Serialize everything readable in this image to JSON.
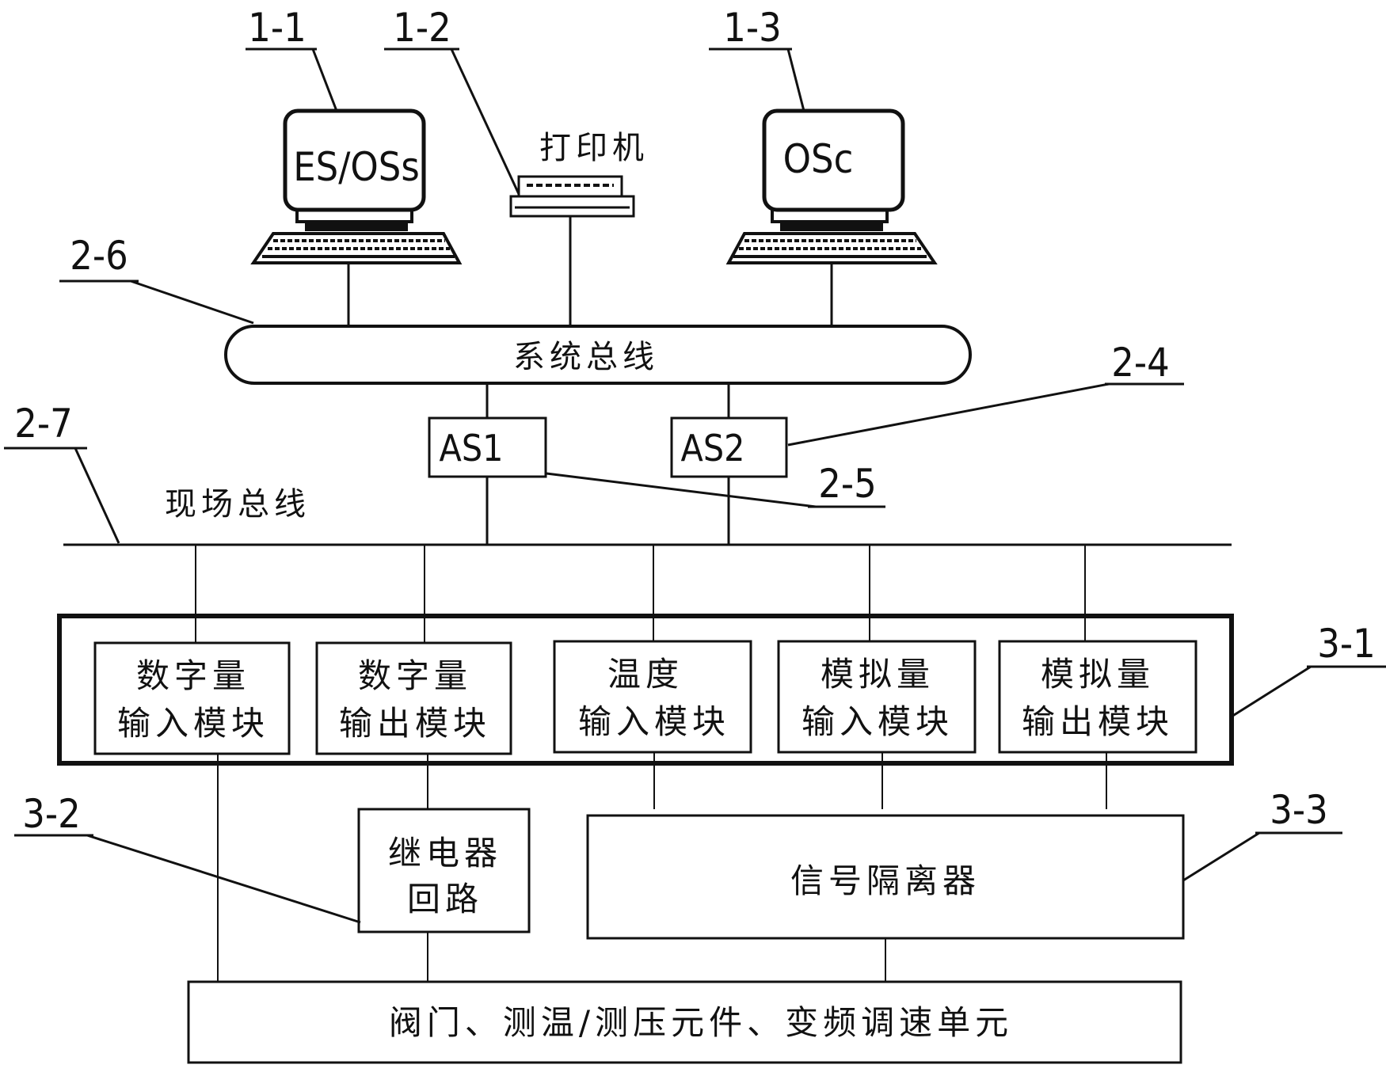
{
  "refs": {
    "r1_1": "1-1",
    "r1_2": "1-2",
    "r1_3": "1-3",
    "r2_6": "2-6",
    "r2_4": "2-4",
    "r2_5": "2-5",
    "r2_7": "2-7",
    "r3_1": "3-1",
    "r3_2": "3-2",
    "r3_3": "3-3"
  },
  "computers": {
    "es": "ES/OSs",
    "osc": "OSc",
    "printer": "打印机"
  },
  "buses": {
    "system": "系统总线",
    "field": "现场总线"
  },
  "stations": {
    "as1": "AS1",
    "as2": "AS2"
  },
  "modules": [
    {
      "line1": "数字量",
      "line2": "输入模块"
    },
    {
      "line1": "数字量",
      "line2": "输出模块"
    },
    {
      "line1": "温度",
      "line2": "输入模块"
    },
    {
      "line1": "模拟量",
      "line2": "输入模块"
    },
    {
      "line1": "模拟量",
      "line2": "输出模块"
    }
  ],
  "relay": {
    "line1": "继电器",
    "line2": "回路"
  },
  "isolator": "信号隔离器",
  "field_devices": "阀门、测温/测压元件、变频调速单元"
}
